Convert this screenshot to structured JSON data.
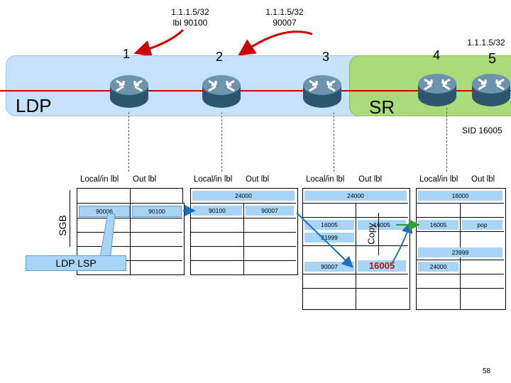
{
  "annotations": {
    "label_a_line1": "1.1.1.5/32",
    "label_a_line2": "lbl 90100",
    "label_b_line1": "1.1.1.5/32",
    "label_b_line2": "90007",
    "label_c": "1.1.1.5/32",
    "sid": "SID 16005"
  },
  "routers": [
    {
      "number": "1"
    },
    {
      "number": "2"
    },
    {
      "number": "3"
    },
    {
      "number": "4"
    },
    {
      "number": "5"
    }
  ],
  "domains": {
    "ldp": "LDP",
    "sr": "SR"
  },
  "side_labels": {
    "sgb": "SGB",
    "copy": "Copy",
    "ldp_lsp": "LDP LSP"
  },
  "table_headers": {
    "local": "Local/in lbl",
    "out": "Out lbl"
  },
  "tables": [
    {
      "rows": [
        {
          "local": "",
          "out": ""
        },
        {
          "local": "",
          "out": ""
        },
        {
          "local": "90006",
          "out": "90100"
        },
        {
          "local": "",
          "out": ""
        },
        {
          "local": "",
          "out": ""
        },
        {
          "local": "",
          "out": ""
        },
        {
          "local": "",
          "out": ""
        },
        {
          "local": "",
          "out": ""
        }
      ]
    },
    {
      "rows": [
        {
          "local": "24000",
          "out": ""
        },
        {
          "local": "",
          "out": ""
        },
        {
          "local": "90100",
          "out": "90007"
        },
        {
          "local": "",
          "out": ""
        },
        {
          "local": "",
          "out": ""
        },
        {
          "local": "",
          "out": ""
        },
        {
          "local": "",
          "out": ""
        },
        {
          "local": "",
          "out": ""
        }
      ]
    },
    {
      "rows": [
        {
          "local": "24000",
          "out": ""
        },
        {
          "local": "",
          "out": ""
        },
        {
          "local": "16005",
          "out": "16005"
        },
        {
          "local": "31999",
          "out": ""
        },
        {
          "local": "",
          "out": ""
        },
        {
          "local": "90007",
          "out": "16005"
        },
        {
          "local": "",
          "out": ""
        },
        {
          "local": "",
          "out": ""
        }
      ]
    },
    {
      "rows": [
        {
          "local": "16000",
          "out": ""
        },
        {
          "local": "",
          "out": ""
        },
        {
          "local": "16005",
          "out": "pop"
        },
        {
          "local": "",
          "out": ""
        },
        {
          "local": "23999",
          "out": ""
        },
        {
          "local": "24000",
          "out": ""
        },
        {
          "local": "",
          "out": ""
        },
        {
          "local": "",
          "out": ""
        }
      ]
    }
  ],
  "page_number": "58",
  "colors": {
    "ldp_band": "#c4e3fb",
    "sr_band": "#a9db7a",
    "highlight": "#a8d5f5",
    "red_line": "#cc0000",
    "router_dark": "#2c5570",
    "router_light": "#6d94ad",
    "sid_arrow_green": "#2e9e32",
    "arrow_blue": "#1a6fbf"
  }
}
